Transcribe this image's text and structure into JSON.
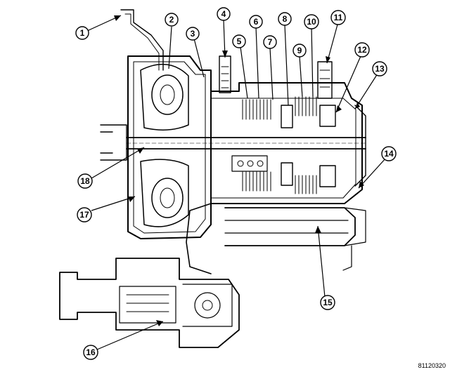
{
  "callouts": [
    {
      "id": 1,
      "label": "1"
    },
    {
      "id": 2,
      "label": "2"
    },
    {
      "id": 3,
      "label": "3"
    },
    {
      "id": 4,
      "label": "4"
    },
    {
      "id": 5,
      "label": "5"
    },
    {
      "id": 6,
      "label": "6"
    },
    {
      "id": 7,
      "label": "7"
    },
    {
      "id": 8,
      "label": "8"
    },
    {
      "id": 9,
      "label": "9"
    },
    {
      "id": 10,
      "label": "10"
    },
    {
      "id": 11,
      "label": "11"
    },
    {
      "id": 12,
      "label": "12"
    },
    {
      "id": 13,
      "label": "13"
    },
    {
      "id": 14,
      "label": "14"
    },
    {
      "id": 15,
      "label": "15"
    },
    {
      "id": 16,
      "label": "16"
    },
    {
      "id": 17,
      "label": "17"
    },
    {
      "id": 18,
      "label": "18"
    }
  ],
  "figure_id": "81120320"
}
